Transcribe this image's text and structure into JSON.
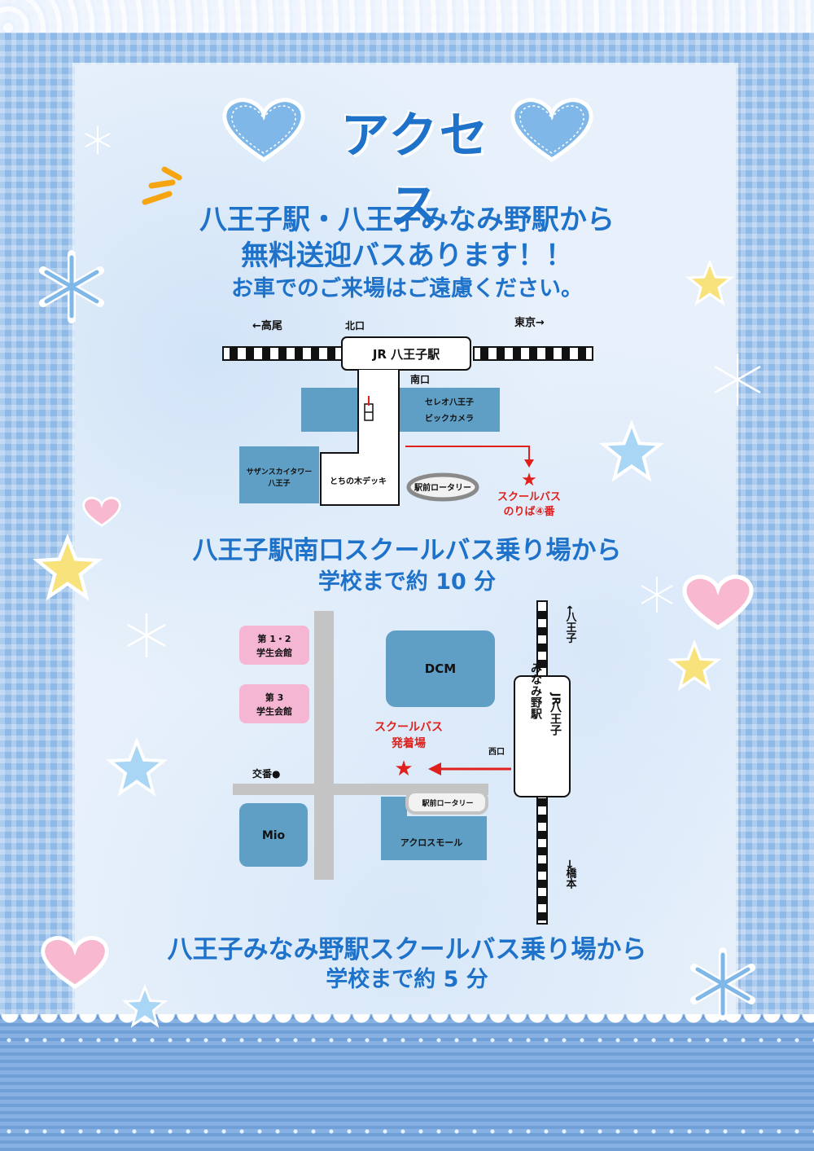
{
  "title": "アクセス",
  "intro": {
    "line1": "八王子駅・八王子みなみ野駅から",
    "line2": "無料送迎バスあります！！",
    "line3": "お車でのご来場はご遠慮ください。"
  },
  "map1": {
    "left_dir": "←高尾",
    "right_dir": "東京→",
    "north_exit": "北口",
    "south_exit": "南口",
    "station": "JR 八王子駅",
    "cereo_line1": "セレオ八王子",
    "cereo_line2": "ビックカメラ",
    "southern_line1": "サザンスカイタワー",
    "southern_line2": "八王子",
    "deck": "とちの木デッキ",
    "rotary": "駅前ロータリー",
    "bus_stop_line1": "スクールバス",
    "bus_stop_line2": "のりば④番",
    "star": "★"
  },
  "caption1": {
    "line1": "八王子駅南口スクールバス乗り場から",
    "line2": "学校まで約 10 分"
  },
  "map2": {
    "hall12_line1": "第 1・2",
    "hall12_line2": "学生会館",
    "hall3_line1": "第 3",
    "hall3_line2": "学生会館",
    "dcm": "DCM",
    "station_line1": "JR",
    "station_line2": "八王子",
    "station_line3": "みなみ野駅",
    "north_dir_arrow": "↑",
    "north_dir": "八王子",
    "south_dir_arrow": "↓",
    "south_dir": "橋本",
    "west_exit": "西口",
    "bus_line1": "スクールバス",
    "bus_line2": "発着場",
    "koban": "交番●",
    "mio": "Mio",
    "rotary": "駅前ロータリー",
    "across": "アクロスモール",
    "star": "★"
  },
  "caption2": {
    "line1": "八王子みなみ野駅スクールバス乗り場から",
    "line2": "学校まで約 5 分"
  },
  "colors": {
    "title_blue": "#1f72c9",
    "building_blue": "#5f9fc6",
    "pink_building": "#f4b6d2",
    "road_gray": "#c4c4c4",
    "route_red": "#e0201c",
    "accent_orange": "#f6a511"
  },
  "icons": [
    "heart-icon",
    "star-icon",
    "snowflake-icon"
  ]
}
